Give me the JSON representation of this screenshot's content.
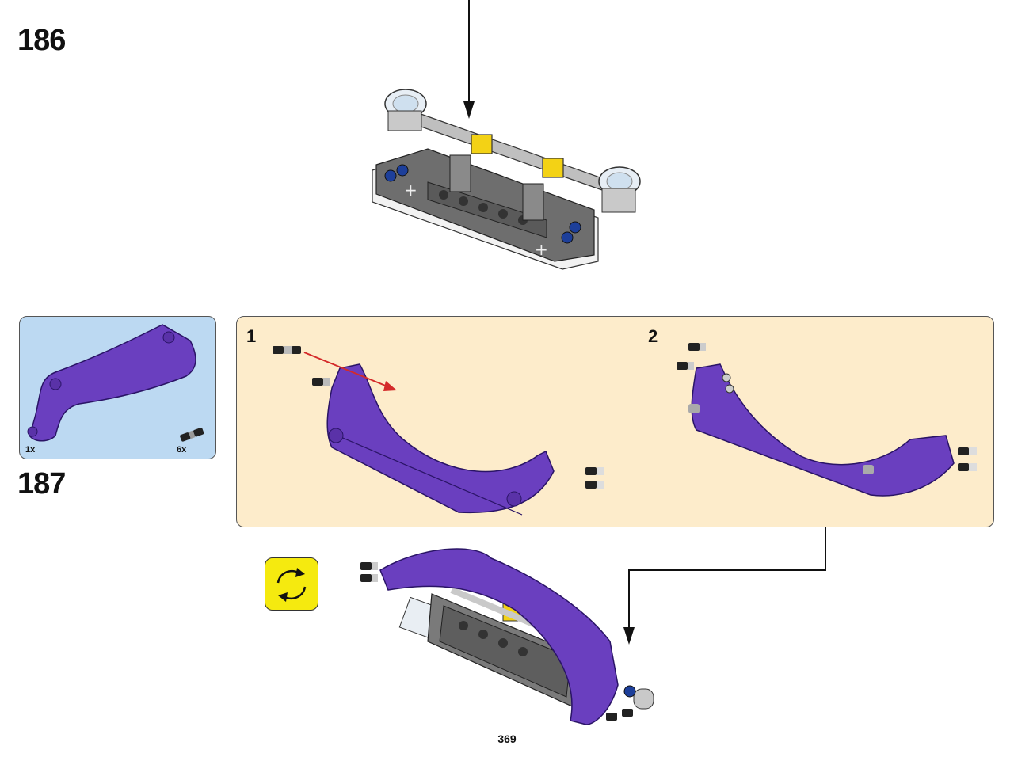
{
  "steps": {
    "step_186": {
      "number": "186"
    },
    "step_187": {
      "number": "187"
    }
  },
  "parts_list": {
    "items": [
      {
        "icon": "purple-curved-panel-icon",
        "quantity": "1x"
      },
      {
        "icon": "black-pin-connector-icon",
        "quantity": "6x"
      }
    ]
  },
  "sub_steps": [
    {
      "number": "1"
    },
    {
      "number": "2"
    }
  ],
  "rotate_icon": "rotate-model-icon",
  "page": {
    "number": "369"
  },
  "colors": {
    "parts_bg": "#bcd9f2",
    "substep_bg": "#fdeccb",
    "purple": "#6a3fbf",
    "rotate_yellow": "#f5ea0f",
    "arrow_red": "#d42a2a"
  }
}
